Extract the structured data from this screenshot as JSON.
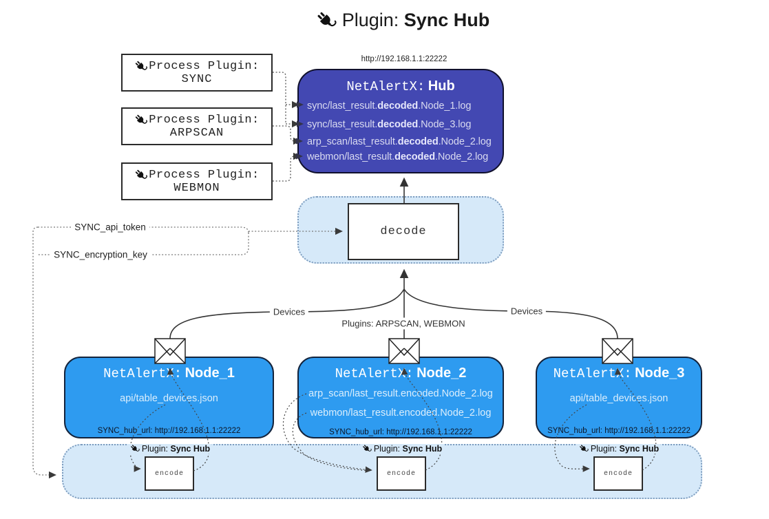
{
  "title": {
    "prefix": "Plugin:",
    "name": "Sync Hub"
  },
  "hub_url_label": "http://192.168.1.1:22222",
  "process_plugins": [
    {
      "label": "Process Plugin:",
      "name": "SYNC"
    },
    {
      "label": "Process Plugin:",
      "name": "ARPSCAN"
    },
    {
      "label": "Process Plugin:",
      "name": "WEBMON"
    }
  ],
  "hub": {
    "title_prefix": "NetAlertX:",
    "title_name": "Hub",
    "logs": [
      {
        "pre": "sync/last_result.",
        "bold": "decoded",
        "post": ".Node_1.log"
      },
      {
        "pre": "sync/last_result.",
        "bold": "decoded",
        "post": ".Node_3.log"
      },
      {
        "pre": "arp_scan/last_result.",
        "bold": "decoded",
        "post": ".Node_2.log"
      },
      {
        "pre": "webmon/last_result.",
        "bold": "decoded",
        "post": ".Node_2.log"
      }
    ]
  },
  "decode": {
    "label": "decode"
  },
  "settings": {
    "api_token": "SYNC_api_token",
    "encryption_key": "SYNC_encryption_key"
  },
  "edge_labels": {
    "devices_left": "Devices",
    "plugins_mid": "Plugins: ARPSCAN, WEBMON",
    "devices_right": "Devices"
  },
  "nodes": [
    {
      "title_prefix": "NetAlertX:",
      "title_name": "Node_1",
      "files": [
        "api/table_devices.json"
      ],
      "hub_url": "SYNC_hub_url: http://192.168.1.1:22222"
    },
    {
      "title_prefix": "NetAlertX:",
      "title_name": "Node_2",
      "files": [
        "arp_scan/last_result.encoded.Node_2.log",
        "webmon/last_result.encoded.Node_2.log"
      ],
      "hub_url": "SYNC_hub_url: http://192.168.1.1:22222"
    },
    {
      "title_prefix": "NetAlertX:",
      "title_name": "Node_3",
      "files": [
        "api/table_devices.json"
      ],
      "hub_url": "SYNC_hub_url: http://192.168.1.1:22222"
    }
  ],
  "encoders": [
    {
      "label_prefix": "Plugin:",
      "label_name": "Sync Hub",
      "box_label": "encode"
    },
    {
      "label_prefix": "Plugin:",
      "label_name": "Sync Hub",
      "box_label": "encode"
    },
    {
      "label_prefix": "Plugin:",
      "label_name": "Sync Hub",
      "box_label": "encode"
    }
  ],
  "colors": {
    "hub_fill": "#4348b2",
    "node_fill": "#2e9bf0",
    "container_fill": "#d6e9f9",
    "container_border": "#7d9cbe",
    "line": "#333333",
    "dotted_line": "#555555"
  }
}
